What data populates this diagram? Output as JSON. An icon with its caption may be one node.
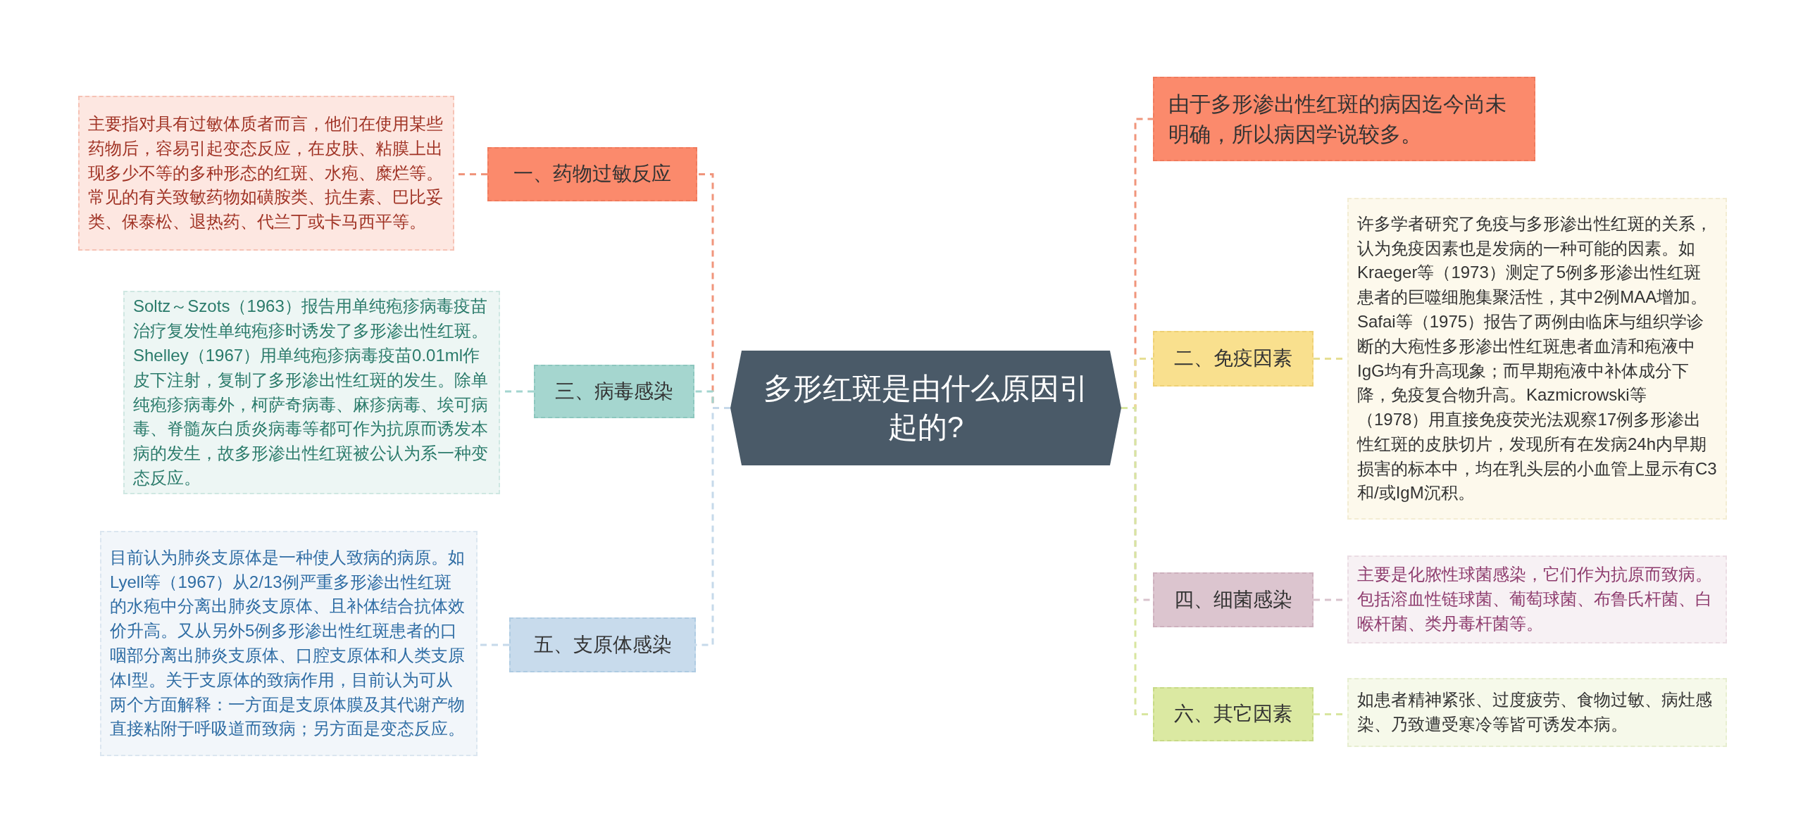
{
  "diagram": {
    "nodes": [
      {
        "text": [
          "多形红斑是由什么原因引起的?"
        ]
      },
      {
        "text": [
          "一、药物过敏反应"
        ]
      },
      {
        "text": [
          "主要指对具有过敏体质者而言，他们在使用某些药物后，容易引起变态反应，在皮肤、粘膜上出现多少不等的多种形态的红斑、水疱、糜烂等。常见的有关致敏药物如磺胺类、抗生素、巴比妥类、保泰松、退热药、代兰丁或卡马西平等。"
        ]
      },
      {
        "text": [
          "三、病毒感染"
        ]
      },
      {
        "text": [
          "Soltz～Szots（1963）报告用单纯疱疹病毒疫苗治疗复发性单纯疱疹时诱发了多形渗出性红斑。Shelley（1967）用单纯疱疹病毒疫苗0.01ml作皮下注射，复制了多形渗出性红斑的发生。除单纯疱疹病毒外，柯萨奇病毒、麻疹病毒、埃可病毒、脊髓灰白质炎病毒等都可作为抗原而诱发本病的发生，故多形渗出性红斑被公认为系一种变态反应。"
        ]
      },
      {
        "text": [
          "五、支原体感染"
        ]
      },
      {
        "text": [
          "目前认为肺炎支原体是一种使人致病的病原。如Lyell等（1967）从2/13例严重多形渗出性红斑的水疱中分离出肺炎支原体、且补体结合抗体效价升高。又从另外5例多形渗出性红斑患者的口咽部分离出肺炎支原体、口腔支原体和人类支原体I型。关于支原体的致病作用，目前认为可从两个方面解释：一方面是支原体膜及其代谢产物直接粘附于呼吸道而致病；另方面是变态反应。"
        ]
      },
      {
        "text": [
          "由于多形渗出性红斑的病因迄今尚未明确，所以病因学说较多。"
        ]
      },
      {
        "text": [
          "二、免疫因素"
        ]
      },
      {
        "text": [
          "许多学者研究了免疫与多形渗出性红斑的关系，认为免疫因素也是发病的一种可能的因素。如Kraeger等（1973）测定了5例多形渗出性红斑患者的巨噬细胞集聚活性，其中2例MAA增加。Safai等（1975）报告了两例由临床与组织学诊断的大疱性多形渗出性红斑患者血清和疱液中IgG均有升高现象；而早期疱液中补体成分下降，免疫复合物升高。Kazmicrowski等（1978）用直接免疫荧光法观察17例多形渗出性红斑的皮肤切片，发现所有在发病24h内早期损害的标本中，均在乳头层的小血管上显示有C3和/或IgM沉积。"
        ]
      },
      {
        "text": [
          "四、细菌感染"
        ]
      },
      {
        "text": [
          "主要是化脓性球菌感染，它们作为抗原而致病。包括溶血性链球菌、葡萄球菌、布鲁氏杆菌、白喉杆菌、类丹毒杆菌等。"
        ]
      },
      {
        "text": [
          "六、其它因素"
        ]
      },
      {
        "text": [
          "如患者精神紧张、过度疲劳、食物过敏、病灶感染、乃致遭受寒冷等皆可诱发本病。"
        ]
      }
    ],
    "edges": [
      {
        "from": 0,
        "to": 1,
        "arrow": "none",
        "style": "dashed",
        "color": "#f0957c"
      },
      {
        "from": 1,
        "to": 2,
        "arrow": "none",
        "style": "dashed",
        "color": "#f0957c"
      },
      {
        "from": 0,
        "to": 3,
        "arrow": "none",
        "style": "dashed",
        "color": "#a3d5cf"
      },
      {
        "from": 3,
        "to": 4,
        "arrow": "none",
        "style": "dashed",
        "color": "#a3d5cf"
      },
      {
        "from": 0,
        "to": 5,
        "arrow": "none",
        "style": "dashed",
        "color": "#c6d9ea"
      },
      {
        "from": 5,
        "to": 6,
        "arrow": "none",
        "style": "dashed",
        "color": "#c6d9ea"
      },
      {
        "from": 0,
        "to": 7,
        "arrow": "none",
        "style": "dashed",
        "color": "#f0957c"
      },
      {
        "from": 0,
        "to": 8,
        "arrow": "none",
        "style": "dashed",
        "color": "#e6df94"
      },
      {
        "from": 8,
        "to": 9,
        "arrow": "none",
        "style": "dashed",
        "color": "#e6df94"
      },
      {
        "from": 0,
        "to": 10,
        "arrow": "none",
        "style": "dashed",
        "color": "#d9c3cd"
      },
      {
        "from": 10,
        "to": 11,
        "arrow": "none",
        "style": "dashed",
        "color": "#d9c3cd"
      },
      {
        "from": 0,
        "to": 12,
        "arrow": "none",
        "style": "dashed",
        "color": "#d8e6a0"
      },
      {
        "from": 12,
        "to": 13,
        "arrow": "none",
        "style": "dashed",
        "color": "#d8e6a0"
      }
    ]
  }
}
